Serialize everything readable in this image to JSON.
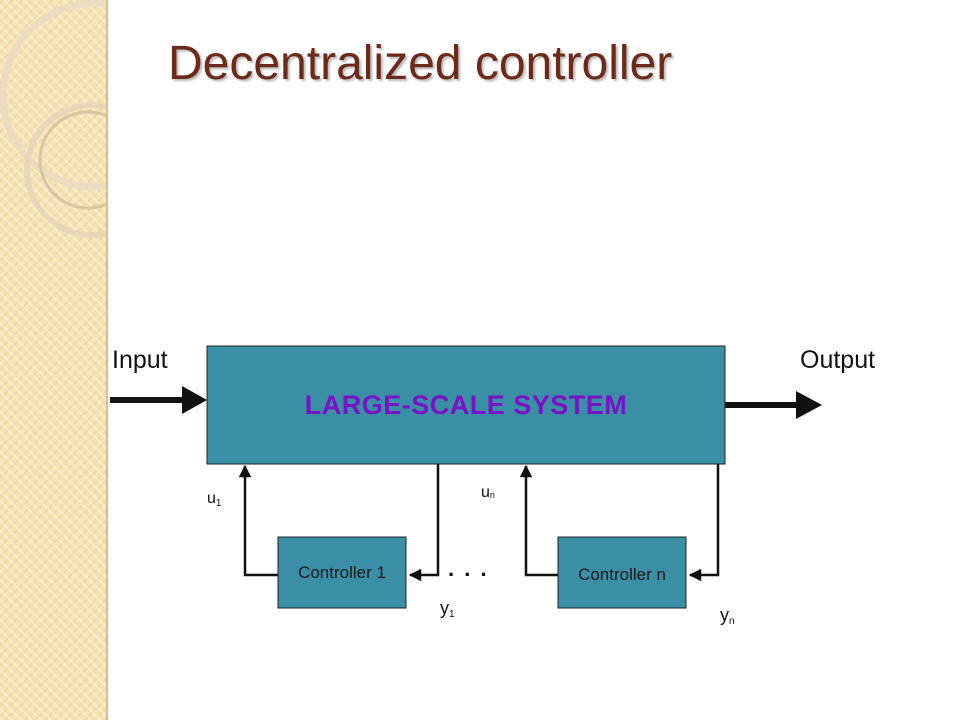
{
  "title": "Decentralized controller",
  "system": {
    "label": "LARGE-SCALE SYSTEM"
  },
  "io": {
    "input": "Input",
    "output": "Output"
  },
  "controllers": [
    {
      "label": "Controller 1"
    },
    {
      "label": "Controller n"
    }
  ],
  "signals": {
    "u1": {
      "base": "u",
      "index": "1"
    },
    "un": {
      "base": "u",
      "index": "n"
    },
    "y1": {
      "base": "y",
      "index": "1"
    },
    "yn": {
      "base": "y",
      "index": "n"
    }
  },
  "ellipsis": ". . .",
  "colors": {
    "title": "#6b2a1a",
    "block_fill": "#3a8fa6",
    "system_text": "#7a12c8",
    "side_panel": "#f6e3b4"
  }
}
